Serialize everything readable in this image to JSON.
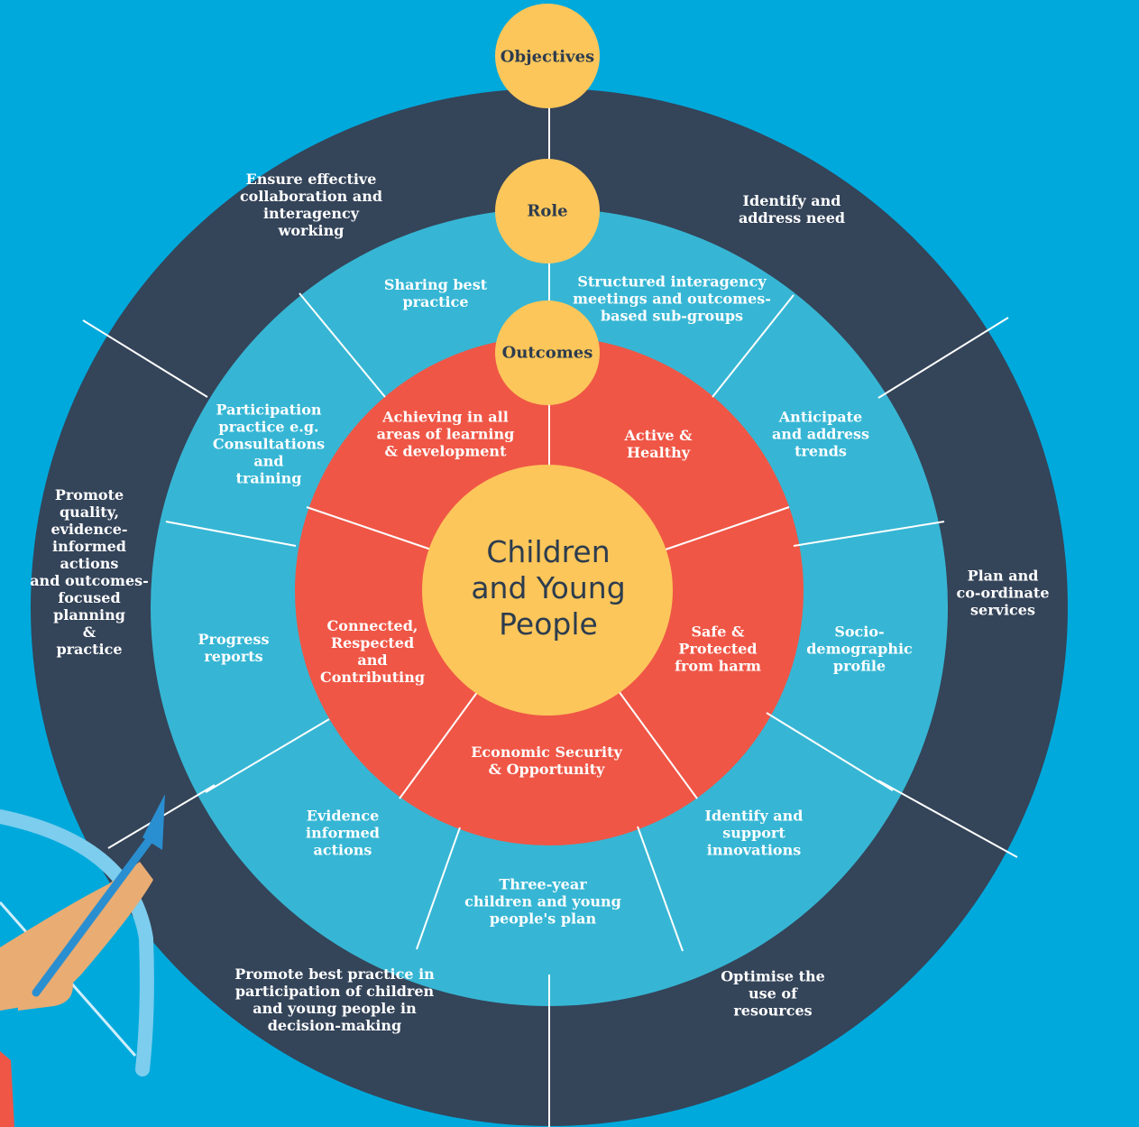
{
  "colors": {
    "background": "#00a9dc",
    "outer_ring": "#344459",
    "middle_ring": "#36b6d4",
    "inner_ring": "#ef5646",
    "center": "#fcc65a",
    "divider": "#ffffff"
  },
  "center": {
    "label": "Children\nand Young\nPeople"
  },
  "badges": {
    "objectives": "Objectives",
    "role": "Role",
    "outcomes": "Outcomes"
  },
  "objectives": {
    "collaboration": "Ensure effective\ncollaboration and\ninteragency\nworking",
    "identify_need": "Identify and\naddress need",
    "plan_coordinate": "Plan and\nco-ordinate\nservices",
    "optimise_resources": "Optimise the\nuse of\nresources",
    "participation": "Promote best practice in\nparticipation of children\nand young people in\ndecision-making",
    "quality": "Promote\nquality,\nevidence-\ninformed\nactions\nand outcomes-\nfocused\nplanning\n&\npractice"
  },
  "roles": {
    "structured_meetings": "Structured interagency\nmeetings and outcomes-\nbased sub-groups",
    "anticipate_trends": "Anticipate\nand address\ntrends",
    "socio_demographic": "Socio-\ndemographic\nprofile",
    "innovations": "Identify and\nsupport\ninnovations",
    "three_year_plan": "Three-year\nchildren and young\npeople's plan",
    "evidence_actions": "Evidence\ninformed\nactions",
    "progress_reports": "Progress\nreports",
    "participation_practice": "Participation\npractice e.g.\nConsultations\nand\ntraining",
    "sharing_practice": "Sharing best\npractice"
  },
  "outcomes": {
    "active_healthy": "Active &\nHealthy",
    "safe_protected": "Safe &\nProtected\nfrom harm",
    "economic_security": "Economic Security\n& Opportunity",
    "connected": "Connected,\nRespected\nand\nContributing",
    "achieving": "Achieving in all\nareas of learning\n& development"
  },
  "illustration": {
    "name": "archer-arm-with-bow-and-arrow"
  }
}
